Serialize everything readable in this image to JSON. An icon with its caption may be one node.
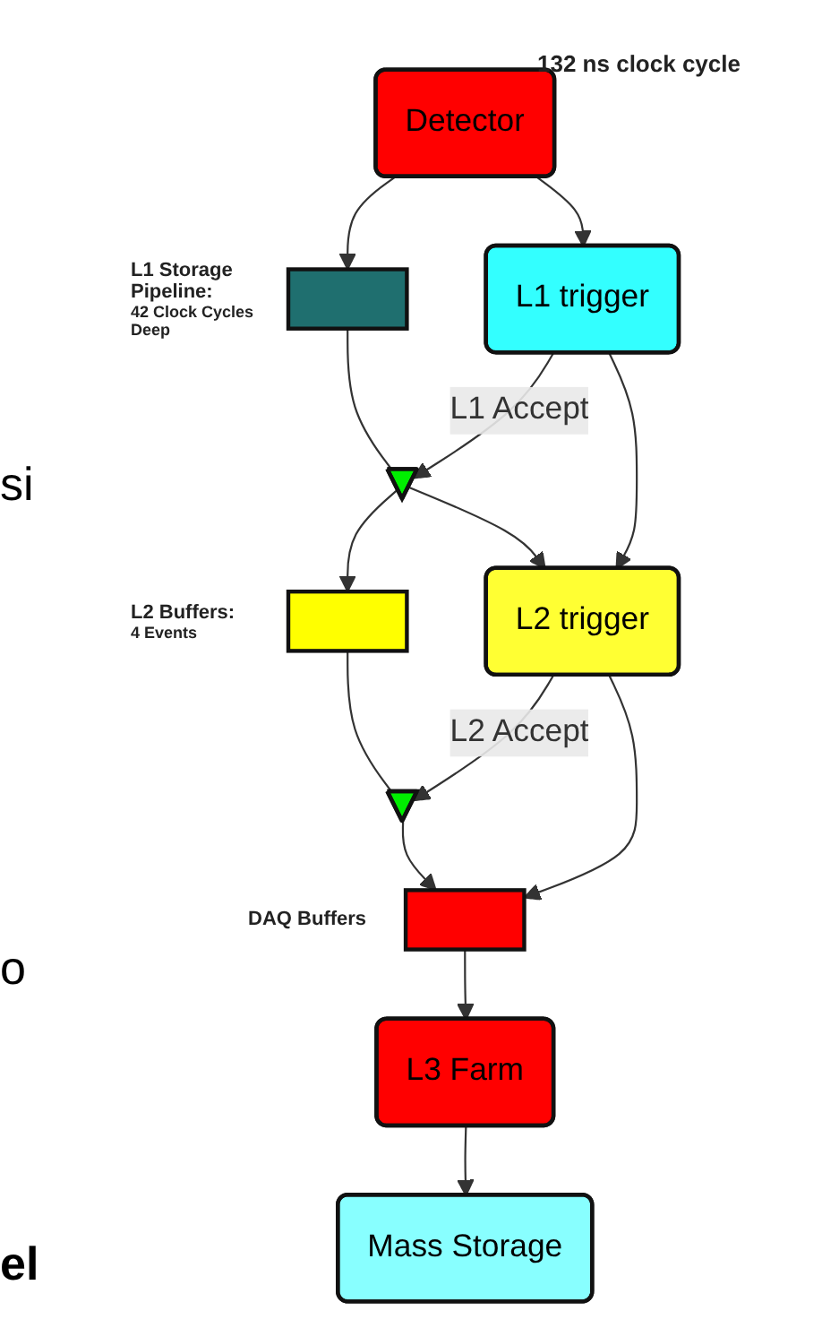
{
  "diagram": {
    "nodes": [
      {
        "text": [
          "Detector"
        ]
      },
      {
        "text": [],
        "shape": "bar",
        "beside": [
          "L1 Storage Pipeline:",
          "42 Clock Cycles Deep"
        ]
      },
      {
        "text": [
          "L1 trigger"
        ]
      },
      {
        "text": [],
        "shape": "triangle"
      },
      {
        "text": [],
        "shape": "bar",
        "beside": [
          "L2 Buffers:",
          "4 Events"
        ]
      },
      {
        "text": [
          "L2 trigger"
        ]
      },
      {
        "text": [],
        "shape": "triangle"
      },
      {
        "text": [],
        "shape": "bar",
        "beside": [
          "DAQ Buffers"
        ]
      },
      {
        "text": [
          "L3 Farm"
        ]
      },
      {
        "text": [
          "Mass Storage"
        ]
      }
    ],
    "edges": [
      {
        "from": 0,
        "to": 1,
        "arrow": "to"
      },
      {
        "from": 0,
        "to": 2,
        "arrow": "to"
      },
      {
        "from": 1,
        "to": 3,
        "arrow": "none"
      },
      {
        "from": 2,
        "to": 3,
        "arrow": "to",
        "label": "L1 Accept"
      },
      {
        "from": 3,
        "to": 4,
        "arrow": "to"
      },
      {
        "from": 3,
        "to": 5,
        "arrow": "to"
      },
      {
        "from": 2,
        "to": 5,
        "arrow": "to"
      },
      {
        "from": 4,
        "to": 6,
        "arrow": "none"
      },
      {
        "from": 5,
        "to": 6,
        "arrow": "to",
        "label": "L2 Accept"
      },
      {
        "from": 5,
        "to": 7,
        "arrow": "to"
      },
      {
        "from": 6,
        "to": 7,
        "arrow": "to"
      },
      {
        "from": 7,
        "to": 8,
        "arrow": "to"
      },
      {
        "from": 8,
        "to": 9,
        "arrow": "to"
      }
    ],
    "labels": [
      "132 ns clock cycle",
      "si",
      "o",
      "el"
    ]
  }
}
